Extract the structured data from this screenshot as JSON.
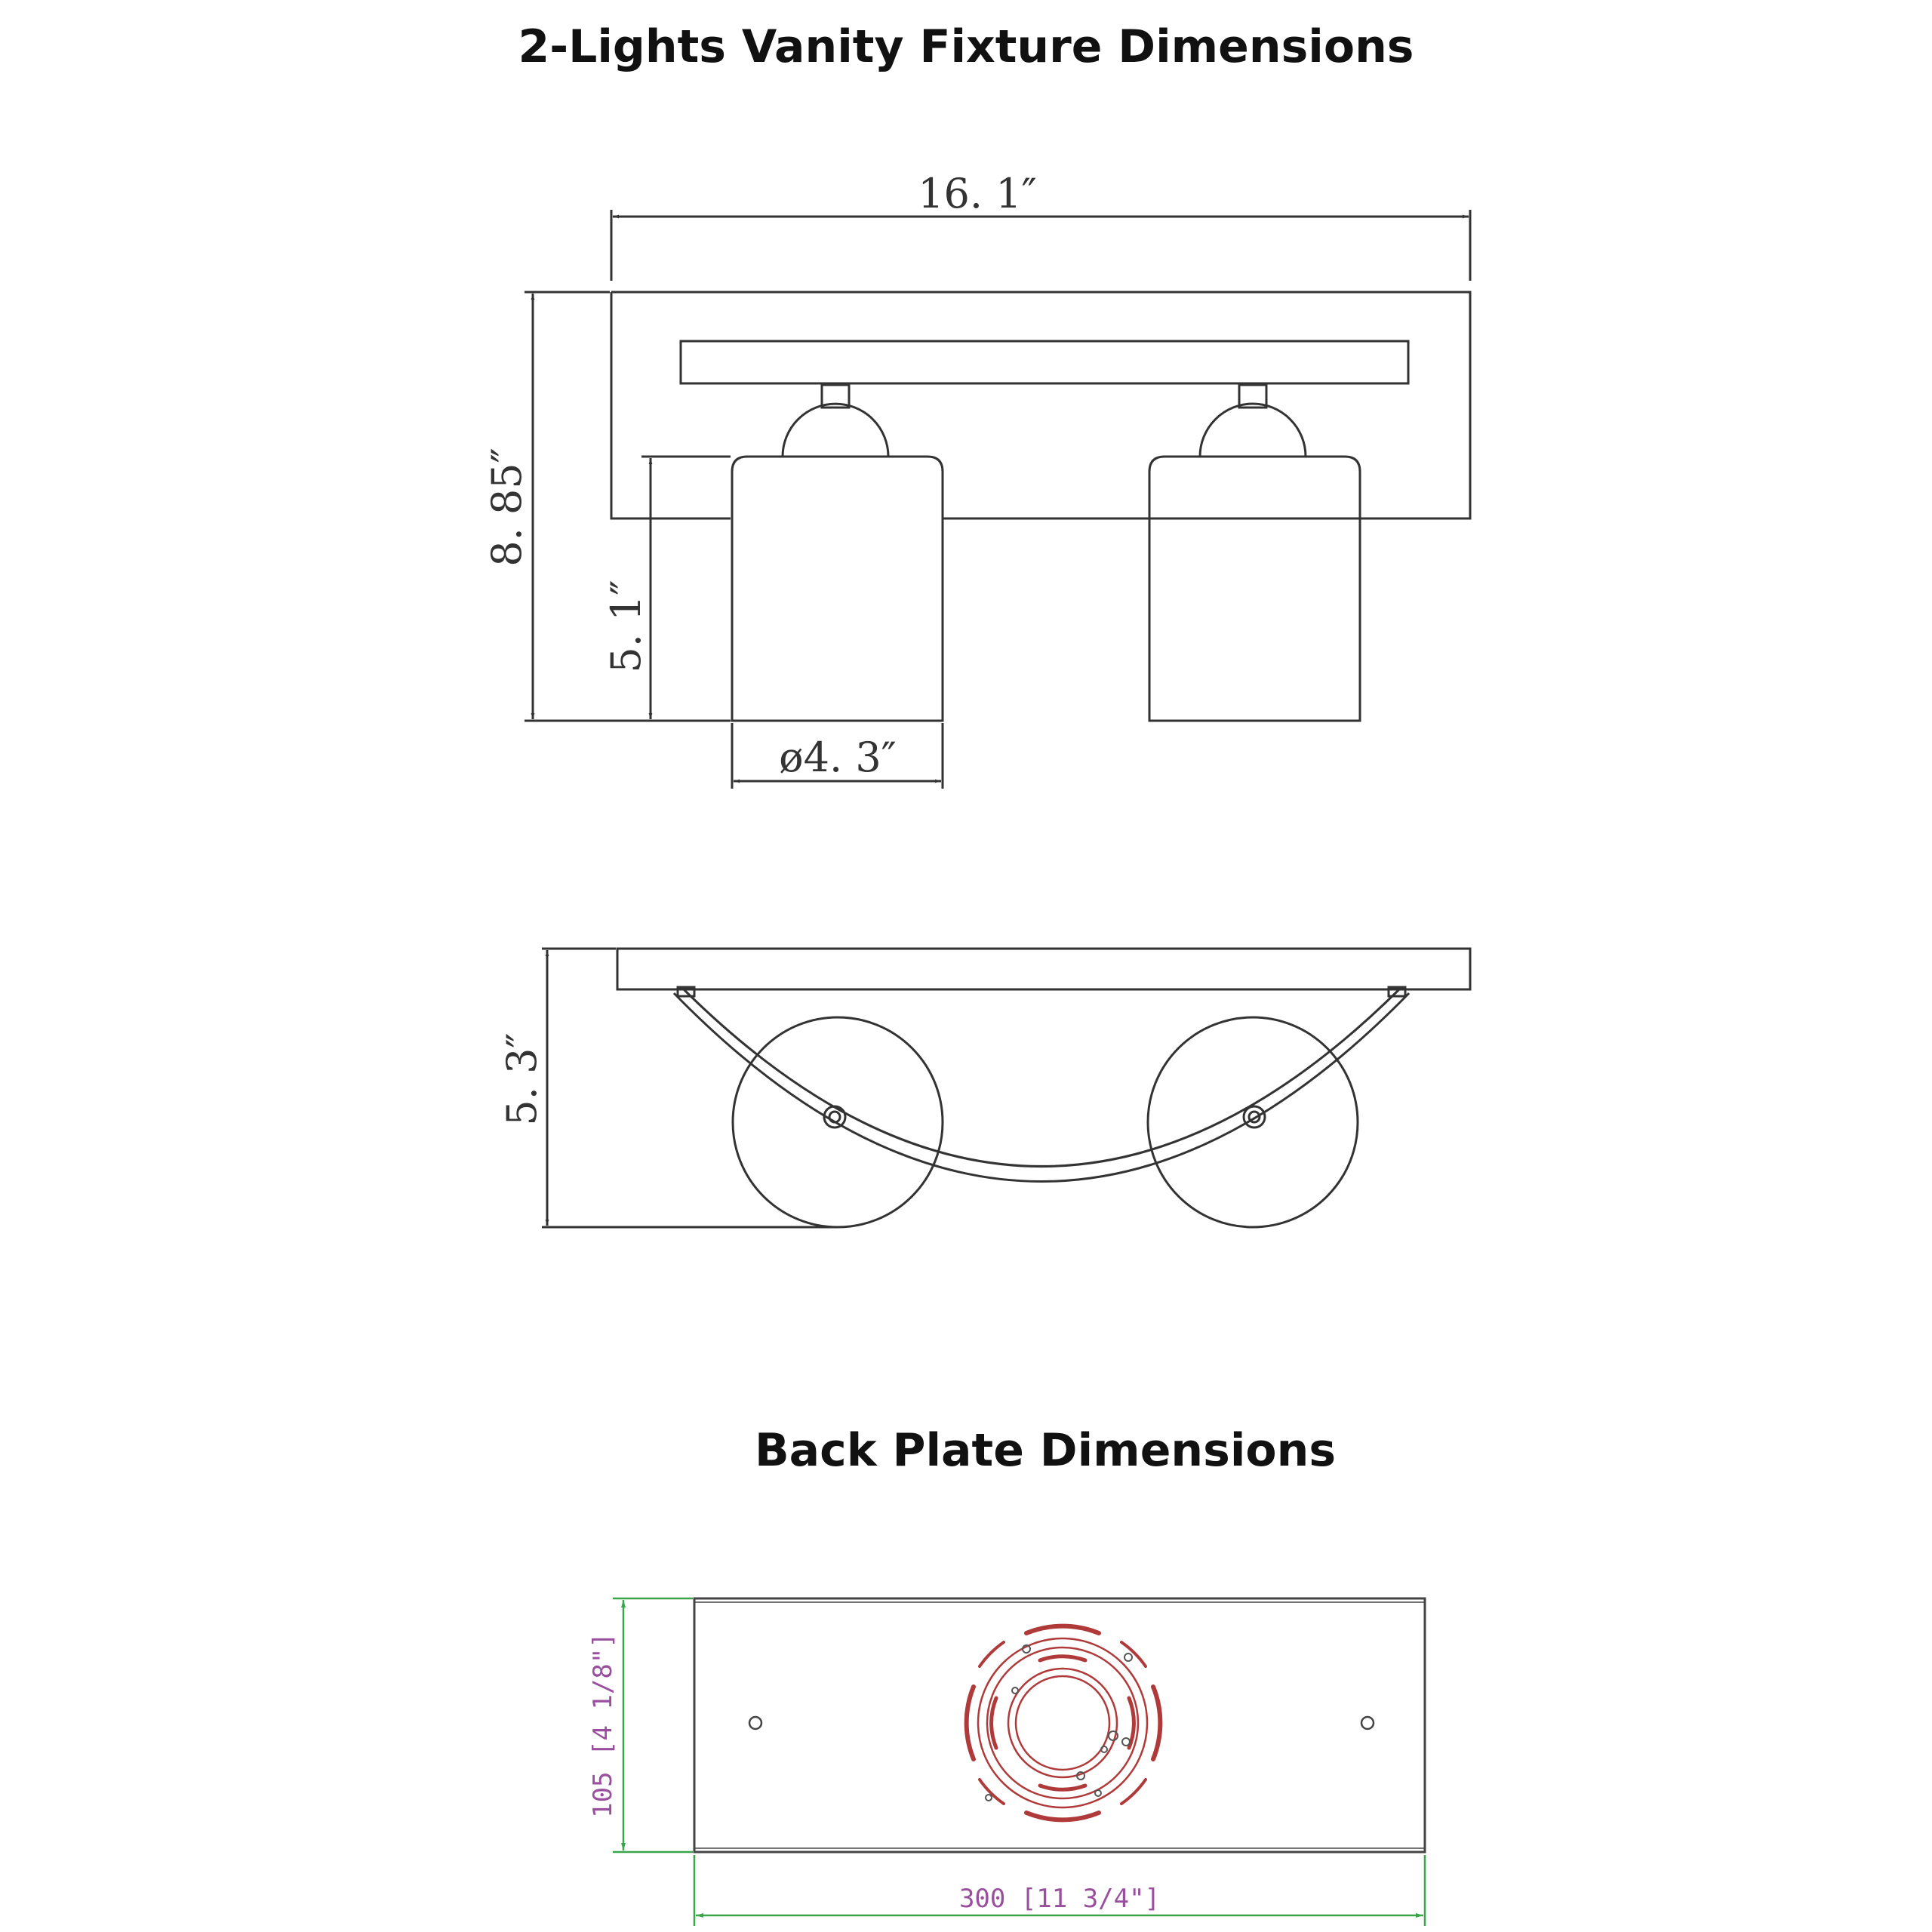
{
  "titles": {
    "fixture": "2-Lights Vanity Fixture Dimensions",
    "backplate": "Back Plate Dimensions"
  },
  "front_view": {
    "width": "16. 1″",
    "height": "8. 85″",
    "shade_height": "5. 1″",
    "shade_diameter": "ø4. 3″"
  },
  "side_view": {
    "depth": "5. 3″"
  },
  "back_plate": {
    "height": "105 [4 1/8\"]",
    "width": "300 [11 3/4\"]"
  },
  "colors": {
    "line": "#333333",
    "bp_dim_green": "#3aa54a",
    "bp_dim_text_purple": "#9a4f9e",
    "bp_ring_red": "#b03a3a"
  }
}
